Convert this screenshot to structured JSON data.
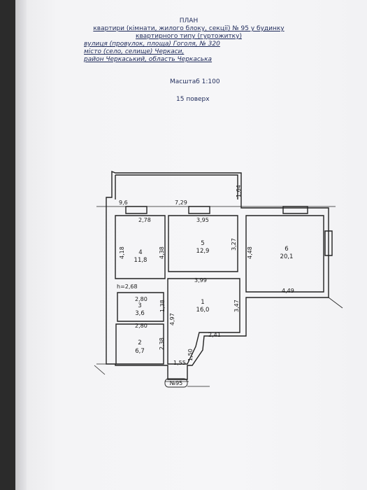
{
  "header": {
    "title": "ПЛАН",
    "line1": "квартири (кімнати, жилого блоку, секції) № 95 у будинку",
    "line2": "квартирного типу (гуртожитку)",
    "line3": "вулиця (провулок, площа) Гоголя, № 320",
    "line4": "місто (село, селище) Черкаси,",
    "line5": "район Черкаський, область Черкаська"
  },
  "scale": "Масштаб 1:100",
  "floor": "15 поверх",
  "apartment_tag": "№95",
  "rooms": [
    {
      "num": "4",
      "area": "11,8"
    },
    {
      "num": "5",
      "area": "12,9"
    },
    {
      "num": "6",
      "area": "20,1"
    },
    {
      "num": "1",
      "area": "16,0"
    },
    {
      "num": "3",
      "area": "3,6"
    },
    {
      "num": "2",
      "area": "6,7"
    }
  ],
  "dims": {
    "d9_6": "9,6",
    "d7_29": "7,29",
    "d1_64": "1,64",
    "d2_78": "2,78",
    "d3_95a": "3,95",
    "d4_18": "4,18",
    "d4_38": "4,38",
    "d3_27": "3,27",
    "d4_48": "4,48",
    "d3_99": "3,99",
    "h2_68": "h=2,68",
    "d2_80a": "2,80",
    "d1_38": "1,38",
    "d2_80b": "2,80",
    "d4_97": "4,97",
    "d3_47": "3,47",
    "d4_49": "4,49",
    "d2_41": "2,41",
    "d2_38": "2,38",
    "d1_50": "1,50",
    "d1_55": "1,55"
  }
}
